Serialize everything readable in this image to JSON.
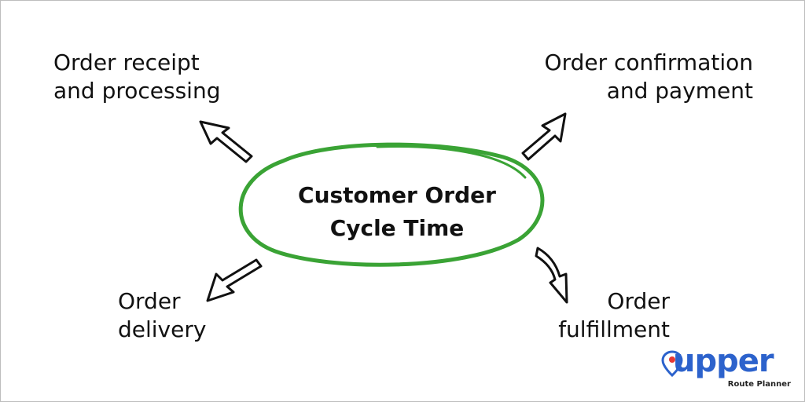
{
  "center": {
    "line1": "Customer Order",
    "line2": "Cycle Time",
    "ring_color": "#3aa335"
  },
  "stages": {
    "top_left": {
      "line1": "Order receipt",
      "line2": "and processing"
    },
    "top_right": {
      "line1": "Order confirmation",
      "line2": "and payment"
    },
    "bottom_left": {
      "line1": "Order",
      "line2": "delivery"
    },
    "bottom_right": {
      "line1": "Order",
      "line2": "fulfillment"
    }
  },
  "logo": {
    "word": "upper",
    "tagline": "Route Planner",
    "brand_color": "#2c62cc",
    "accent_color": "#e53935"
  }
}
